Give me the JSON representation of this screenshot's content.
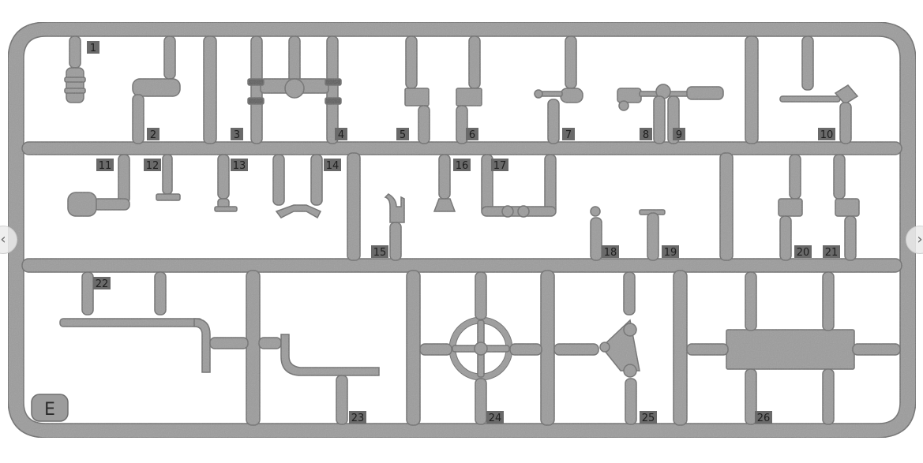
{
  "sprue": {
    "letter": "E",
    "part_numbers": [
      "1",
      "2",
      "3",
      "4",
      "5",
      "6",
      "7",
      "8",
      "9",
      "10",
      "11",
      "12",
      "13",
      "14",
      "15",
      "16",
      "17",
      "18",
      "19",
      "20",
      "21",
      "22",
      "23",
      "24",
      "25",
      "26"
    ]
  },
  "colors": {
    "plastic": "#9c9c9c",
    "plastic_dark": "#6f6f6f",
    "label_bg": "#6a6a6a",
    "label_text": "#1e1e1e",
    "background": "#ffffff"
  },
  "navigation": {
    "prev_icon": "chevron-left-icon",
    "next_icon": "chevron-right-icon",
    "prev_glyph": "‹",
    "next_glyph": "›"
  }
}
